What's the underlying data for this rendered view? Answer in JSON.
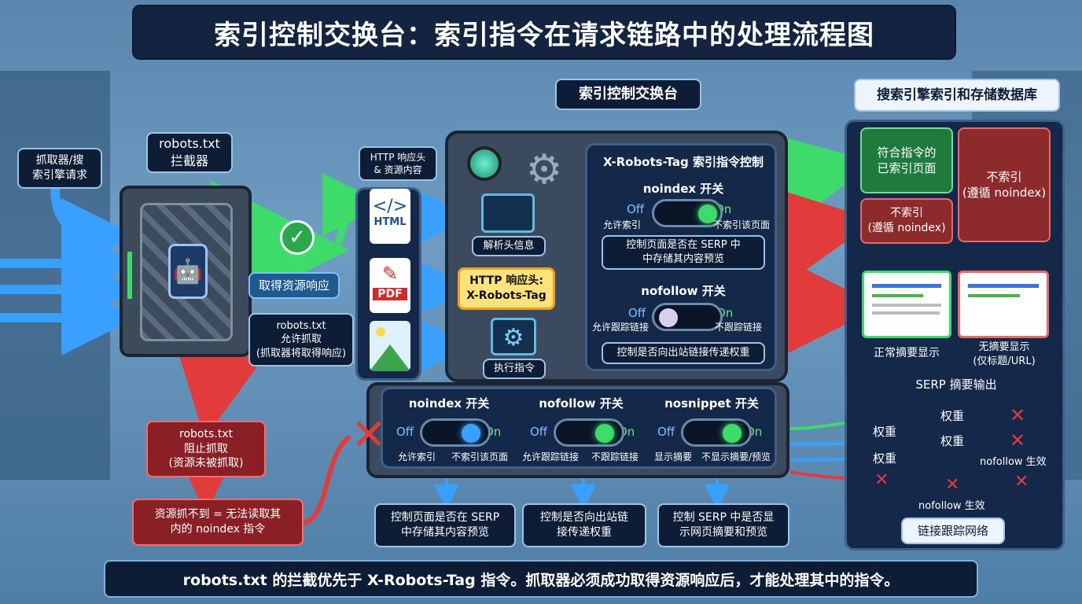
{
  "title": "索引控制交换台：索引指令在请求链路中的处理流程图",
  "crawler_label": "抓取器/搜\n索引擎请求",
  "robots_label": "robots.txt\n拦截器",
  "fetch_response": "取得资源响应",
  "robots_allow": "robots.txt\n允许抓取\n(抓取器将取得响应)",
  "robots_block": "robots.txt\n阻止抓取\n(资源未被抓取)",
  "cannot_read": "资源抓不到 = 无法读取其\n内的 noindex 指令",
  "http_header_res": "HTTP 响应头\n& 资源内容",
  "file_html": "HTML",
  "file_pdf": "PDF",
  "switchboard_title": "索引控制交换台",
  "parse_header": "解析头信息",
  "execute": "执行指令",
  "xrt_callout": "HTTP 响应头:\nX-Robots-Tag",
  "xrt_panel": {
    "title": "X-Robots-Tag 索引指令控制",
    "noindex_title": "noindex 开关",
    "noindex_off": "Off",
    "noindex_on": "On",
    "noindex_off_desc": "允许索引",
    "noindex_on_desc": "不索引该页面",
    "noindex_note": "控制页面是否在 SERP 中\n中存储其内容预览",
    "nofollow_title": "nofollow 开关",
    "nofollow_off": "Off",
    "nofollow_on": "On",
    "nofollow_off_desc": "允许跟踪链接",
    "nofollow_on_desc": "不跟踪链接",
    "nofollow_note": "控制是否向出站链接传递权重"
  },
  "lower_switches": [
    {
      "title": "noindex 开关",
      "off": "Off",
      "on": "On",
      "off_desc": "允许索引",
      "on_desc": "不索引该页面",
      "note": "控制页面是否在 SERP\n中存储其内容预览"
    },
    {
      "title": "nofollow 开关",
      "off": "Off",
      "on": "On",
      "off_desc": "允许跟踪链接",
      "on_desc": "不跟踪链接",
      "note": "控制是否向出站链\n接传递权重"
    },
    {
      "title": "nosnippet 开关",
      "off": "Off",
      "on": "On",
      "off_desc": "显示摘要",
      "on_desc": "不显示摘要/预览",
      "note": "控制 SERP 中是否显\n示网页摘要和预览"
    }
  ],
  "db_title": "搜索引擎索引和存储数据库",
  "indexed": "符合指令的\n已索引页面",
  "noindex_a": "不索引\n(遵循 noindex)",
  "noindex_b": "不索引\n(遵循 noindex)",
  "normal_snippet": "正常摘要显示",
  "no_snippet": "无摘要显示\n(仅标题/URL)",
  "serp_output": "SERP 摘要输出",
  "link_weights": [
    "权重",
    "权重",
    "权重",
    "权重"
  ],
  "nofollow_effect_a": "nofollow 生效",
  "nofollow_effect_b": "nofollow 生效",
  "link_network": "链接跟踪网络",
  "footer": "robots.txt 的拦截优先于 X-Robots-Tag 指令。抓取器必须成功取得资源响应后，才能处理其中的指令。",
  "colors": {
    "accent_green": "#3ddc6a",
    "accent_red": "#e23b3b",
    "accent_blue": "#3aa0ff",
    "highlight": "#ffd84a"
  }
}
